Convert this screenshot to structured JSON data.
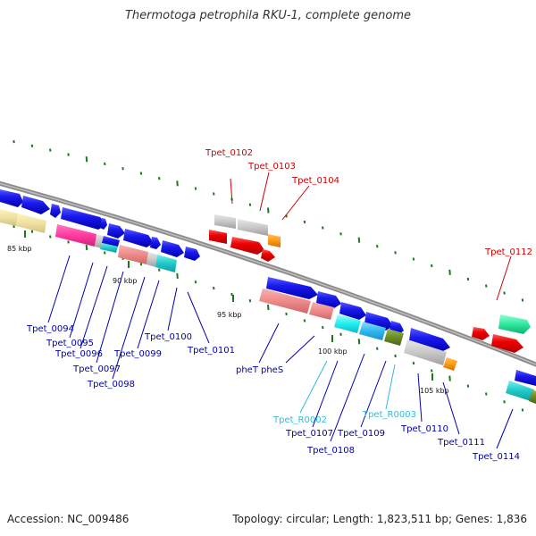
{
  "title": "Thermotoga petrophila RKU-1, complete genome",
  "footer": {
    "accession": "Accession: NC_009486",
    "summary": "Topology: circular; Length: 1,823,511 bp; Genes: 1,836"
  },
  "kbp_labels": [
    "85 kbp",
    "90 kbp",
    "95 kbp",
    "100 kbp",
    "105 kbp"
  ],
  "gene_labels": [
    {
      "name": "Tpet_0102",
      "color": "#cc0000"
    },
    {
      "name": "Tpet_0103",
      "color": "#cc0000"
    },
    {
      "name": "Tpet_0104",
      "color": "#cc0000"
    },
    {
      "name": "Tpet_0112",
      "color": "#cc0000"
    },
    {
      "name": "Tpet_0094",
      "color": "#0000aa"
    },
    {
      "name": "Tpet_0095",
      "color": "#0000aa"
    },
    {
      "name": "Tpet_0096",
      "color": "#0000aa"
    },
    {
      "name": "Tpet_0097",
      "color": "#0000aa"
    },
    {
      "name": "Tpet_0098",
      "color": "#0000aa"
    },
    {
      "name": "Tpet_0099",
      "color": "#0000aa"
    },
    {
      "name": "Tpet_0100",
      "color": "#0000aa"
    },
    {
      "name": "Tpet_0101",
      "color": "#0000aa"
    },
    {
      "name": "pheT",
      "color": "#0000aa"
    },
    {
      "name": "pheS",
      "color": "#0000aa"
    },
    {
      "name": "Tpet_R0002",
      "color": "#33bbdd"
    },
    {
      "name": "Tpet_0107",
      "color": "#0000aa"
    },
    {
      "name": "Tpet_0108",
      "color": "#0000aa"
    },
    {
      "name": "Tpet_0109",
      "color": "#0000aa"
    },
    {
      "name": "Tpet_R0003",
      "color": "#33bbdd"
    },
    {
      "name": "Tpet_0110",
      "color": "#0000aa"
    },
    {
      "name": "Tpet_0111",
      "color": "#0000aa"
    },
    {
      "name": "Tpet_0114",
      "color": "#0000aa"
    }
  ]
}
